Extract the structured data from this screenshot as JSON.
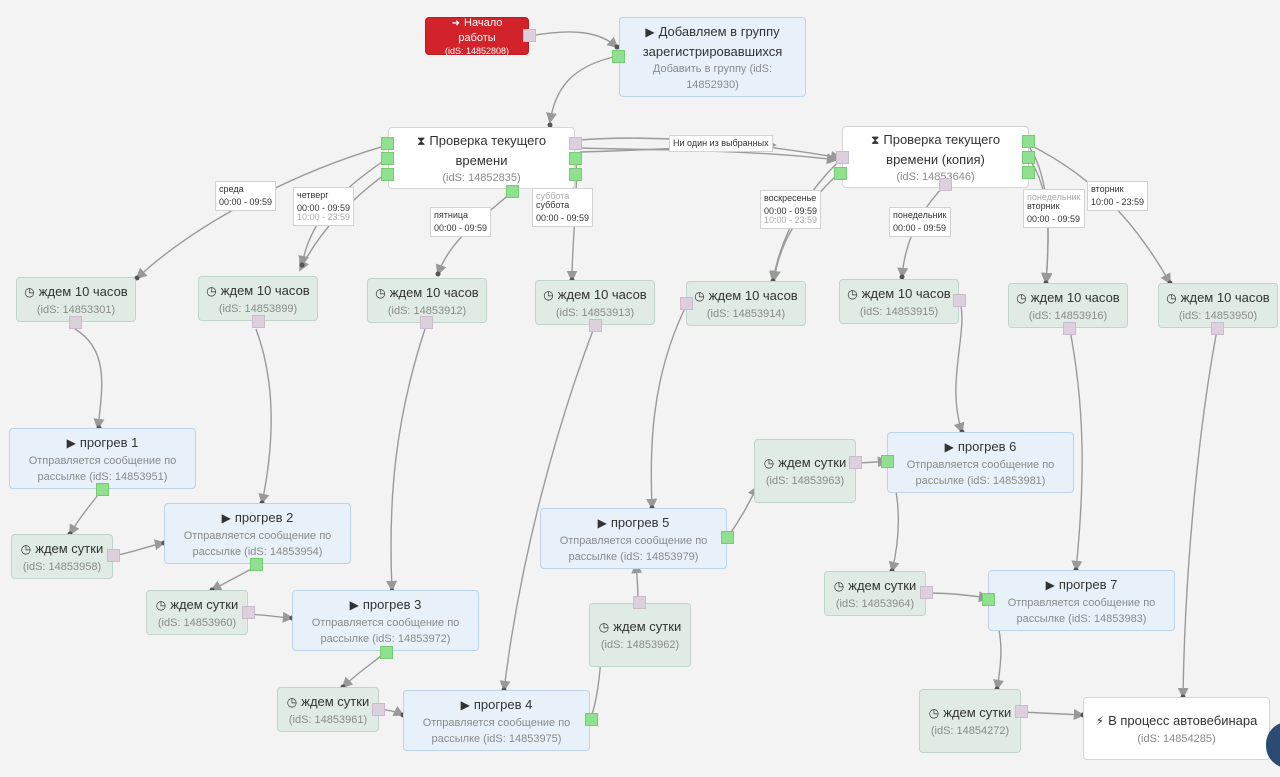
{
  "nodes": {
    "start": {
      "title": "Начало работы",
      "id": "(idS: 14852808)"
    },
    "add_group": {
      "title": "Добавляем в группу зарегистрировавшихся",
      "sub": "Добавить в группу (idS: 14852930)"
    },
    "check1": {
      "title": "Проверка текущего времени",
      "id": "(idS: 14852835)"
    },
    "check2": {
      "title": "Проверка текущего времени (копия)",
      "id": "(idS: 14853646)"
    },
    "wait_a": {
      "title": "ждем 10 часов",
      "id": "(idS: 14853301)"
    },
    "wait_b": {
      "title": "ждем 10 часов",
      "id": "(idS: 14853899)"
    },
    "wait_c": {
      "title": "ждем 10 часов",
      "id": "(idS: 14853912)"
    },
    "wait_d": {
      "title": "ждем 10 часов",
      "id": "(idS: 14853913)"
    },
    "wait_e": {
      "title": "ждем 10 часов",
      "id": "(idS: 14853914)"
    },
    "wait_f": {
      "title": "ждем 10 часов",
      "id": "(idS: 14853915)"
    },
    "wait_g": {
      "title": "ждем 10 часов",
      "id": "(idS: 14853916)"
    },
    "wait_h": {
      "title": "ждем 10 часов",
      "id": "(idS: 14853950)"
    },
    "prog1": {
      "title": "прогрев 1",
      "sub": "Отправляется сообщение по рассылке (idS: 14853951)"
    },
    "prog2": {
      "title": "прогрев 2",
      "sub": "Отправляется сообщение по рассылке (idS: 14853954)"
    },
    "prog3": {
      "title": "прогрев 3",
      "sub": "Отправляется сообщение по рассылке (idS: 14853972)"
    },
    "prog4": {
      "title": "прогрев 4",
      "sub": "Отправляется сообщение по рассылке (idS: 14853975)"
    },
    "prog5": {
      "title": "прогрев 5",
      "sub": "Отправляется сообщение по рассылке (idS: 14853979)"
    },
    "prog6": {
      "title": "прогрев 6",
      "sub": "Отправляется сообщение по рассылке (idS: 14853981)"
    },
    "prog7": {
      "title": "прогрев 7",
      "sub": "Отправляется сообщение по рассылке (idS: 14853983)"
    },
    "day1": {
      "title": "ждем сутки",
      "id": "(idS: 14853958)"
    },
    "day2": {
      "title": "ждем сутки",
      "id": "(idS: 14853960)"
    },
    "day3": {
      "title": "ждем сутки",
      "id": "(idS: 14853961)"
    },
    "day4": {
      "title": "ждем сутки",
      "id": "(idS: 14853962)"
    },
    "day5": {
      "title": "ждем сутки",
      "id": "(idS: 14853963)"
    },
    "day6": {
      "title": "ждем сутки",
      "id": "(idS: 14853964)"
    },
    "day7": {
      "title": "ждем сутки",
      "id": "(idS: 14854272)"
    },
    "end": {
      "title": "В процесс автовебинара",
      "id": "(idS: 14854285)"
    }
  },
  "labels": {
    "wed": {
      "day": "среда",
      "time": "00:00 - 09:59"
    },
    "thu": {
      "day": "четверг",
      "time": "00:00 - 09:59",
      "ghost": "10:00 - 23:59"
    },
    "fri": {
      "day": "пятница",
      "time": "00:00 - 09:59"
    },
    "sat": {
      "day": "суббота",
      "time": "00:00 - 09:59",
      "ghost": "суббота"
    },
    "none1": {
      "text": "Ни один из выбранных"
    },
    "sun": {
      "day": "воскресенье",
      "time": "00:00 - 09:59",
      "ghost": "10:00 - 23:59"
    },
    "mon": {
      "day": "понедельник",
      "time": "00:00 - 09:59"
    },
    "tue1": {
      "day": "вторник",
      "time": "00:00 - 09:59",
      "ghost": "понедельник"
    },
    "tue2": {
      "day": "вторник",
      "time": "10:00 - 23:59"
    }
  },
  "colors": {
    "start": "#d2232a",
    "action": "#e8f1fa",
    "wait": "#e0ebe6",
    "port_out": "#8fe08f",
    "port_in": "#dcd0dc",
    "wire": "#999999"
  }
}
